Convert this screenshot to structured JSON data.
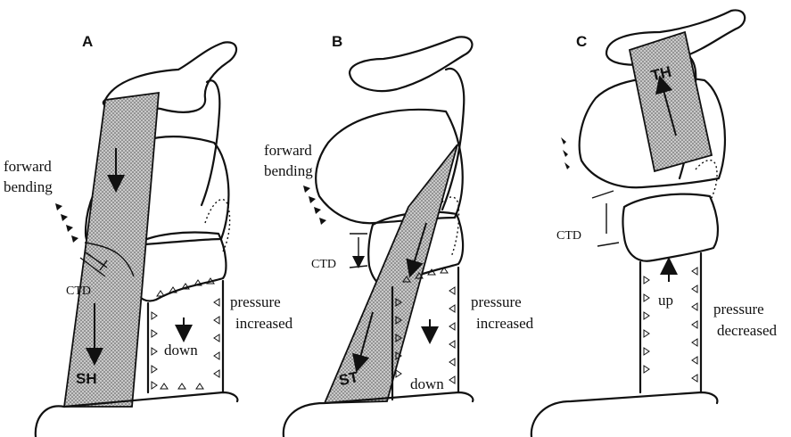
{
  "panels": [
    {
      "id": "A",
      "label": "A",
      "side_text": [
        "forward",
        "bending"
      ],
      "gap_label": "CTD",
      "muscle_label": "SH",
      "tube_label": "down",
      "pressure_text": [
        "pressure",
        "increased"
      ]
    },
    {
      "id": "B",
      "label": "B",
      "side_text": [
        "forward",
        "bending"
      ],
      "gap_label": "CTD",
      "muscle_label": "ST",
      "tube_label": "down",
      "pressure_text": [
        "pressure",
        "increased"
      ]
    },
    {
      "id": "C",
      "label": "C",
      "gap_label": "CTD",
      "muscle_label": "TH",
      "tube_label": "up",
      "pressure_text": [
        "pressure",
        "decreased"
      ]
    }
  ]
}
